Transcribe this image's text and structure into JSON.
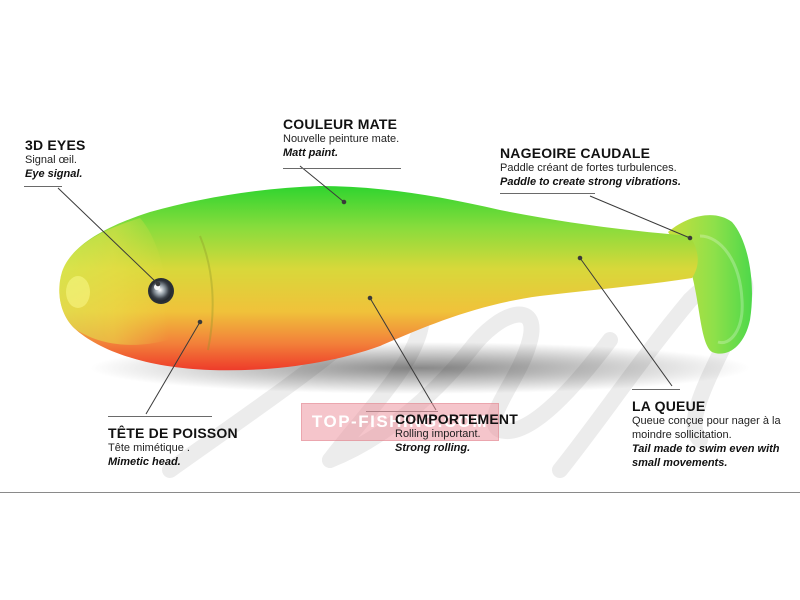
{
  "watermark": {
    "stamp_text": "TOP-FISHING.COM",
    "script_text": "Swim Fish"
  },
  "callouts": {
    "eyes": {
      "title": "3D EYES",
      "fr": "Signal œil.",
      "en": "Eye signal."
    },
    "couleur": {
      "title": "COULEUR MATE",
      "fr": "Nouvelle peinture mate.",
      "en": "Matt paint."
    },
    "nageoire": {
      "title": "NAGEOIRE CAUDALE",
      "fr": "Paddle créant de fortes turbulences.",
      "en": "Paddle to create strong vibrations."
    },
    "tete": {
      "title": "TÊTE DE POISSON",
      "fr": "Tête mimétique .",
      "en": "Mimetic head."
    },
    "comportement": {
      "title": "COMPORTEMENT",
      "fr": "Rolling important.",
      "en": "Strong rolling."
    },
    "queue": {
      "title": "LA QUEUE",
      "fr_line1": "Queue conçue pour nager à la",
      "fr_line2": "moindre sollicitation.",
      "en_line1": "Tail made to swim even with",
      "en_line2": "small movements."
    }
  },
  "colors": {
    "lure_green": "#3fd43f",
    "lure_yellow": "#e9d63a",
    "lure_orange": "#f06a2a",
    "lure_red": "#ee3b2a",
    "leader_line": "#3a3a3a"
  },
  "icons": {
    "eye": "lure-eye-icon"
  }
}
